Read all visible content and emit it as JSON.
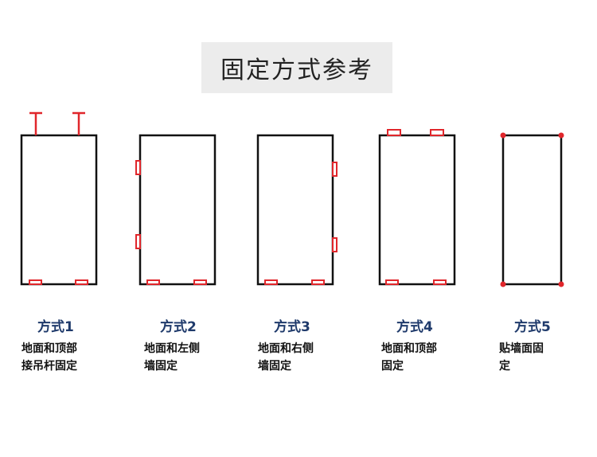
{
  "title": "固定方式参考",
  "colors": {
    "frame": "#111111",
    "fixing": "#e0262b",
    "label": "#1f3a6b",
    "title_bg": "#ececec"
  },
  "methods": [
    {
      "label": "方式1",
      "desc_line1": "地面和顶部",
      "desc_line2": "接吊杆固定"
    },
    {
      "label": "方式2",
      "desc_line1": "地面和左侧",
      "desc_line2": "墙固定"
    },
    {
      "label": "方式3",
      "desc_line1": "地面和右侧",
      "desc_line2": "墙固定"
    },
    {
      "label": "方式4",
      "desc_line1": "地面和顶部",
      "desc_line2": "固定"
    },
    {
      "label": "方式5",
      "desc_line1": "贴墙面固",
      "desc_line2": "定"
    }
  ]
}
